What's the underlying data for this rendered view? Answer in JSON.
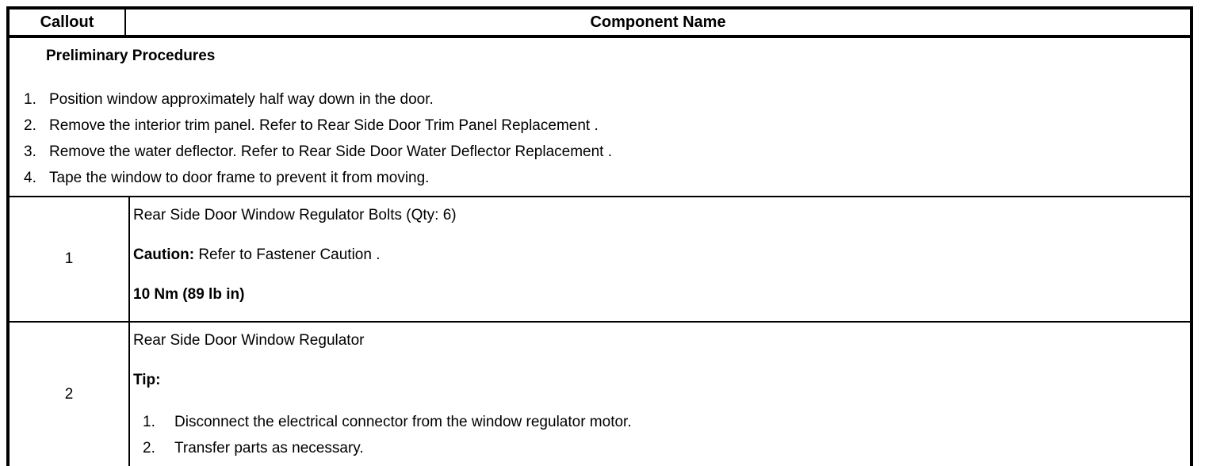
{
  "colors": {
    "text": "#000000",
    "border": "#000000",
    "background": "#ffffff"
  },
  "table": {
    "header": {
      "callout_label": "Callout",
      "component_name_label": "Component Name"
    },
    "preliminary": {
      "title": "Preliminary Procedures",
      "steps": [
        "Position window approximately half way down in the door.",
        "Remove the interior trim panel. Refer to Rear Side Door Trim Panel Replacement .",
        "Remove the water deflector. Refer to Rear Side Door Water Deflector Replacement .",
        "Tape the window to door frame to prevent it from moving."
      ]
    },
    "rows": [
      {
        "callout": "1",
        "component_name": "Rear Side Door Window Regulator Bolts (Qty: 6)",
        "caution_label": "Caution:",
        "caution_text": "Refer to Fastener Caution .",
        "torque_spec": "10 Nm (89 lb in)"
      },
      {
        "callout": "2",
        "component_name": "Rear Side Door Window Regulator",
        "tip_label": "Tip:",
        "tip_steps": [
          "Disconnect the electrical connector from the window regulator motor.",
          "Transfer parts as necessary."
        ]
      }
    ]
  }
}
